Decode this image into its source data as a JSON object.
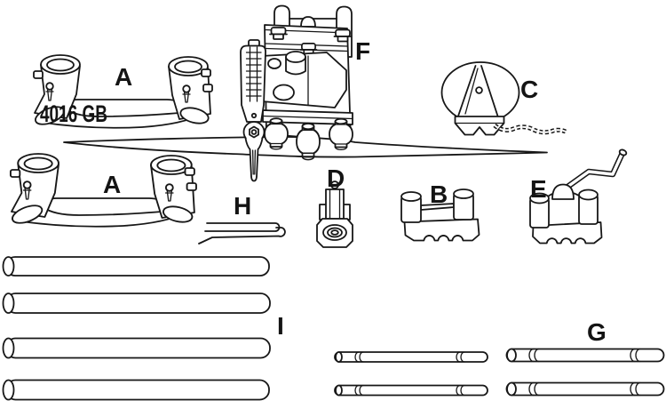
{
  "diagram": {
    "part_number": "4016 GB",
    "labels": {
      "a_top": "A",
      "a_bottom": "A",
      "b": "B",
      "c": "C",
      "d": "D",
      "e": "E",
      "f": "F",
      "g": "G",
      "h": "H",
      "i": "I"
    },
    "colors": {
      "ink": "#171717",
      "background": "#ffffff"
    }
  }
}
